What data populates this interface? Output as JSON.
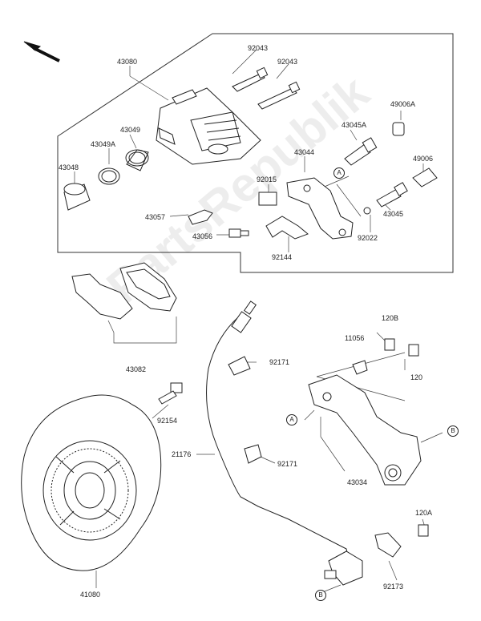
{
  "diagram": {
    "parts": {
      "p43080": "43080",
      "p92043a": "92043",
      "p92043b": "92043",
      "p49006A": "49006A",
      "p43049": "43049",
      "p43049A": "43049A",
      "p43045A": "43045A",
      "p43048": "43048",
      "p43044": "43044",
      "p49006": "49006",
      "p92015": "92015",
      "p43057": "43057",
      "p43045": "43045",
      "p43056": "43056",
      "p92022": "92022",
      "p92144": "92144",
      "p120B": "120B",
      "p11056": "11056",
      "p92171a": "92171",
      "p43082": "43082",
      "p120": "120",
      "p92154": "92154",
      "p21176": "21176",
      "p92171b": "92171",
      "p43034": "43034",
      "p120A": "120A",
      "p41080": "41080",
      "p92173": "92173"
    },
    "callouts": {
      "a1": "A",
      "a2": "A",
      "b1": "B",
      "b2": "B"
    },
    "watermark": "PartsRepublik"
  }
}
